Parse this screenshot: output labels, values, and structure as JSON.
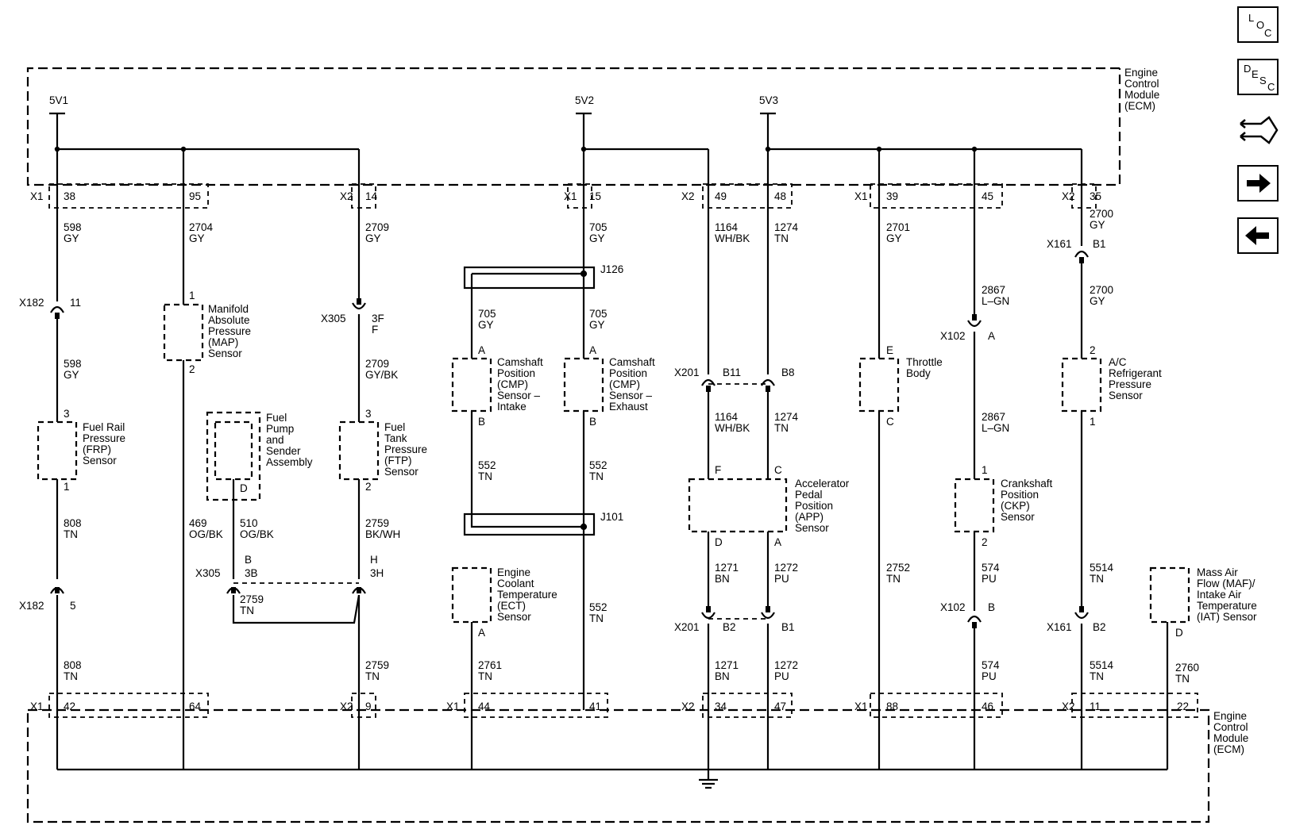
{
  "module": {
    "name_top": [
      "Engine",
      "Control",
      "Module",
      "(ECM)"
    ],
    "name_bottom": [
      "Engine",
      "Control",
      "Module",
      "(ECM)"
    ]
  },
  "supplies": {
    "v1": "5V1",
    "v2": "5V2",
    "v3": "5V3"
  },
  "nav": {
    "loc": [
      "L",
      "O",
      "C"
    ],
    "desc": [
      "D",
      "E",
      "S",
      "C"
    ],
    "icons": [
      "connector-icon",
      "arrow-right-icon",
      "arrow-left-icon"
    ]
  },
  "top_pins": {
    "c1": "X1",
    "p1": "38",
    "p2": "95",
    "c2": "X2",
    "p3": "14",
    "c3": "X1",
    "p4": "15",
    "c4": "X2",
    "p5": "49",
    "p6": "48",
    "c5": "X1",
    "p7": "39",
    "p8": "45",
    "c6": "X2",
    "p9": "35"
  },
  "bottom_pins": {
    "c1": "X1",
    "p1": "42",
    "p2": "64",
    "c2": "X2",
    "p3": "9",
    "c3": "X1",
    "p4": "44",
    "p5": "41",
    "c4": "X2",
    "p6": "34",
    "p7": "47",
    "c5": "X1",
    "p8": "88",
    "p9": "46",
    "c6": "X2",
    "p10": "11",
    "p11": "22"
  },
  "wires": {
    "w598a": [
      "598",
      "GY"
    ],
    "w598b": [
      "598",
      "GY"
    ],
    "w808a": [
      "808",
      "TN"
    ],
    "w808b": [
      "808",
      "TN"
    ],
    "w2704": [
      "2704",
      "GY"
    ],
    "w469": [
      "469",
      "OG/BK"
    ],
    "w510": [
      "510",
      "OG/BK"
    ],
    "w2759a": [
      "2759",
      "TN"
    ],
    "w2709a": [
      "2709",
      "GY"
    ],
    "w2709b": [
      "2709",
      "GY/BK"
    ],
    "w2759b": [
      "2759",
      "BK/WH"
    ],
    "w2759c": [
      "2759",
      "TN"
    ],
    "w705a": [
      "705",
      "GY"
    ],
    "w705b": [
      "705",
      "GY"
    ],
    "w705c": [
      "705",
      "GY"
    ],
    "w552a": [
      "552",
      "TN"
    ],
    "w552b": [
      "552",
      "TN"
    ],
    "w552c": [
      "552",
      "TN"
    ],
    "w2761": [
      "2761",
      "TN"
    ],
    "w1164a": [
      "1164",
      "WH/BK"
    ],
    "w1164b": [
      "1164",
      "WH/BK"
    ],
    "w1274a": [
      "1274",
      "TN"
    ],
    "w1274b": [
      "1274",
      "TN"
    ],
    "w1271a": [
      "1271",
      "BN"
    ],
    "w1271b": [
      "1271",
      "BN"
    ],
    "w1272a": [
      "1272",
      "PU"
    ],
    "w1272b": [
      "1272",
      "PU"
    ],
    "w2701": [
      "2701",
      "GY"
    ],
    "w2752": [
      "2752",
      "TN"
    ],
    "w2867a": [
      "2867",
      "L–GN"
    ],
    "w2867b": [
      "2867",
      "L–GN"
    ],
    "w574a": [
      "574",
      "PU"
    ],
    "w574b": [
      "574",
      "PU"
    ],
    "w2700a": [
      "2700",
      "GY"
    ],
    "w2700b": [
      "2700",
      "GY"
    ],
    "w5514a": [
      "5514",
      "TN"
    ],
    "w5514b": [
      "5514",
      "TN"
    ],
    "w2760": [
      "2760",
      "TN"
    ]
  },
  "connectors": {
    "x182a": {
      "name": "X182",
      "pin": "11"
    },
    "x182b": {
      "name": "X182",
      "pin": "5"
    },
    "x305a": {
      "name": "X305",
      "pin": "3F",
      "pin2": "F"
    },
    "x305b": {
      "name": "X305",
      "pin": "B",
      "pin2": "3B",
      "pin3": "H",
      "pin4": "3H"
    },
    "x201a": {
      "name": "X201",
      "pin": "B11",
      "pin2": "B8"
    },
    "x201b": {
      "name": "X201",
      "pin": "B2",
      "pin2": "B1"
    },
    "x102a": {
      "name": "X102",
      "pin": "A"
    },
    "x102b": {
      "name": "X102",
      "pin": "B"
    },
    "x161a": {
      "name": "X161",
      "pin": "B1"
    },
    "x161b": {
      "name": "X161",
      "pin": "B2"
    },
    "j126": "J126",
    "j101": "J101"
  },
  "components": {
    "frp": {
      "label": [
        "Fuel Rail",
        "Pressure",
        "(FRP)",
        "Sensor"
      ],
      "pin_top": "3",
      "pin_bot": "1"
    },
    "map": {
      "label": [
        "Manifold",
        "Absolute",
        "Pressure",
        "(MAP)",
        "Sensor"
      ],
      "pin_top": "1",
      "pin_bot": "2"
    },
    "fuel_pump": {
      "label": [
        "Fuel",
        "Pump",
        "and",
        "Sender",
        "Assembly"
      ],
      "pin_bot": "D"
    },
    "ftp": {
      "label": [
        "Fuel",
        "Tank",
        "Pressure",
        "(FTP)",
        "Sensor"
      ],
      "pin_top": "3",
      "pin_bot": "2"
    },
    "cmp_intake": {
      "label": [
        "Camshaft",
        "Position",
        "(CMP)",
        "Sensor –",
        "Intake"
      ],
      "pin_top": "A",
      "pin_bot": "B"
    },
    "cmp_exhaust": {
      "label": [
        "Camshaft",
        "Position",
        "(CMP)",
        "Sensor –",
        "Exhaust"
      ],
      "pin_top": "A",
      "pin_bot": "B"
    },
    "ect": {
      "label": [
        "Engine",
        "Coolant",
        "Temperature",
        "(ECT)",
        "Sensor"
      ],
      "pin_bot": "A"
    },
    "app": {
      "label": [
        "Accelerator",
        "Pedal",
        "Position",
        "(APP)",
        "Sensor"
      ],
      "pin_f": "F",
      "pin_c": "C",
      "pin_d": "D",
      "pin_a": "A"
    },
    "throttle": {
      "label": [
        "Throttle",
        "Body"
      ],
      "pin_top": "E",
      "pin_bot": "C"
    },
    "ckp": {
      "label": [
        "Crankshaft",
        "Position",
        "(CKP)",
        "Sensor"
      ],
      "pin_top": "1",
      "pin_bot": "2"
    },
    "ac": {
      "label": [
        "A/C",
        "Refrigerant",
        "Pressure",
        "Sensor"
      ],
      "pin_top": "2",
      "pin_bot": "1"
    },
    "maf": {
      "label": [
        "Mass Air",
        "Flow (MAF)/",
        "Intake Air",
        "Temperature",
        "(IAT) Sensor"
      ],
      "pin_bot": "D"
    }
  }
}
